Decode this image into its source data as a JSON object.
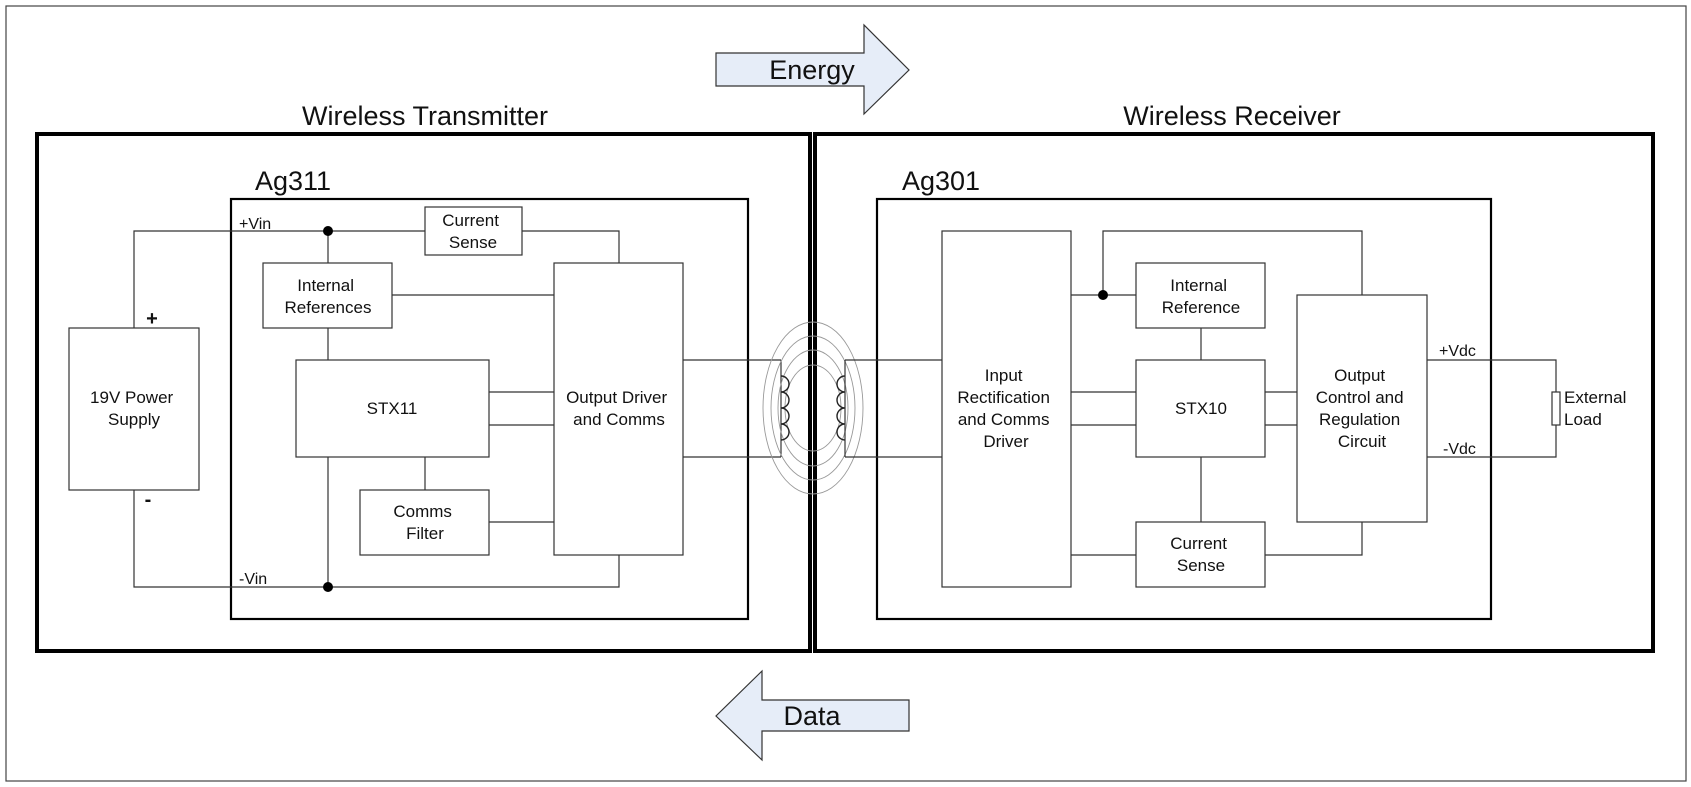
{
  "arrows": {
    "energy": "Energy",
    "data": "Data"
  },
  "transmitter": {
    "title": "Wireless Transmitter",
    "chip": "Ag311",
    "power_supply": [
      "19V Power",
      "Supply"
    ],
    "plus": "+",
    "minus": "-",
    "vin_plus": "+Vin",
    "vin_minus": "-Vin",
    "current_sense": [
      "Current",
      "Sense"
    ],
    "internal_references": [
      "Internal",
      "References"
    ],
    "stx": "STX11",
    "comms_filter": [
      "Comms",
      "Filter"
    ],
    "output_driver": [
      "Output Driver",
      "and Comms"
    ]
  },
  "receiver": {
    "title": "Wireless Receiver",
    "chip": "Ag301",
    "input_rect": [
      "Input",
      "Rectification",
      "and Comms",
      "Driver"
    ],
    "internal_reference": [
      "Internal",
      "Reference"
    ],
    "stx": "STX10",
    "current_sense": [
      "Current",
      "Sense"
    ],
    "output_control": [
      "Output",
      "Control and",
      "Regulation",
      "Circuit"
    ],
    "vdc_plus": "+Vdc",
    "vdc_minus": "-Vdc",
    "external_load": [
      "External",
      "Load"
    ]
  },
  "colors": {
    "arrow_fill": "#e6edf8",
    "line": "#333333",
    "frame": "#000000"
  }
}
